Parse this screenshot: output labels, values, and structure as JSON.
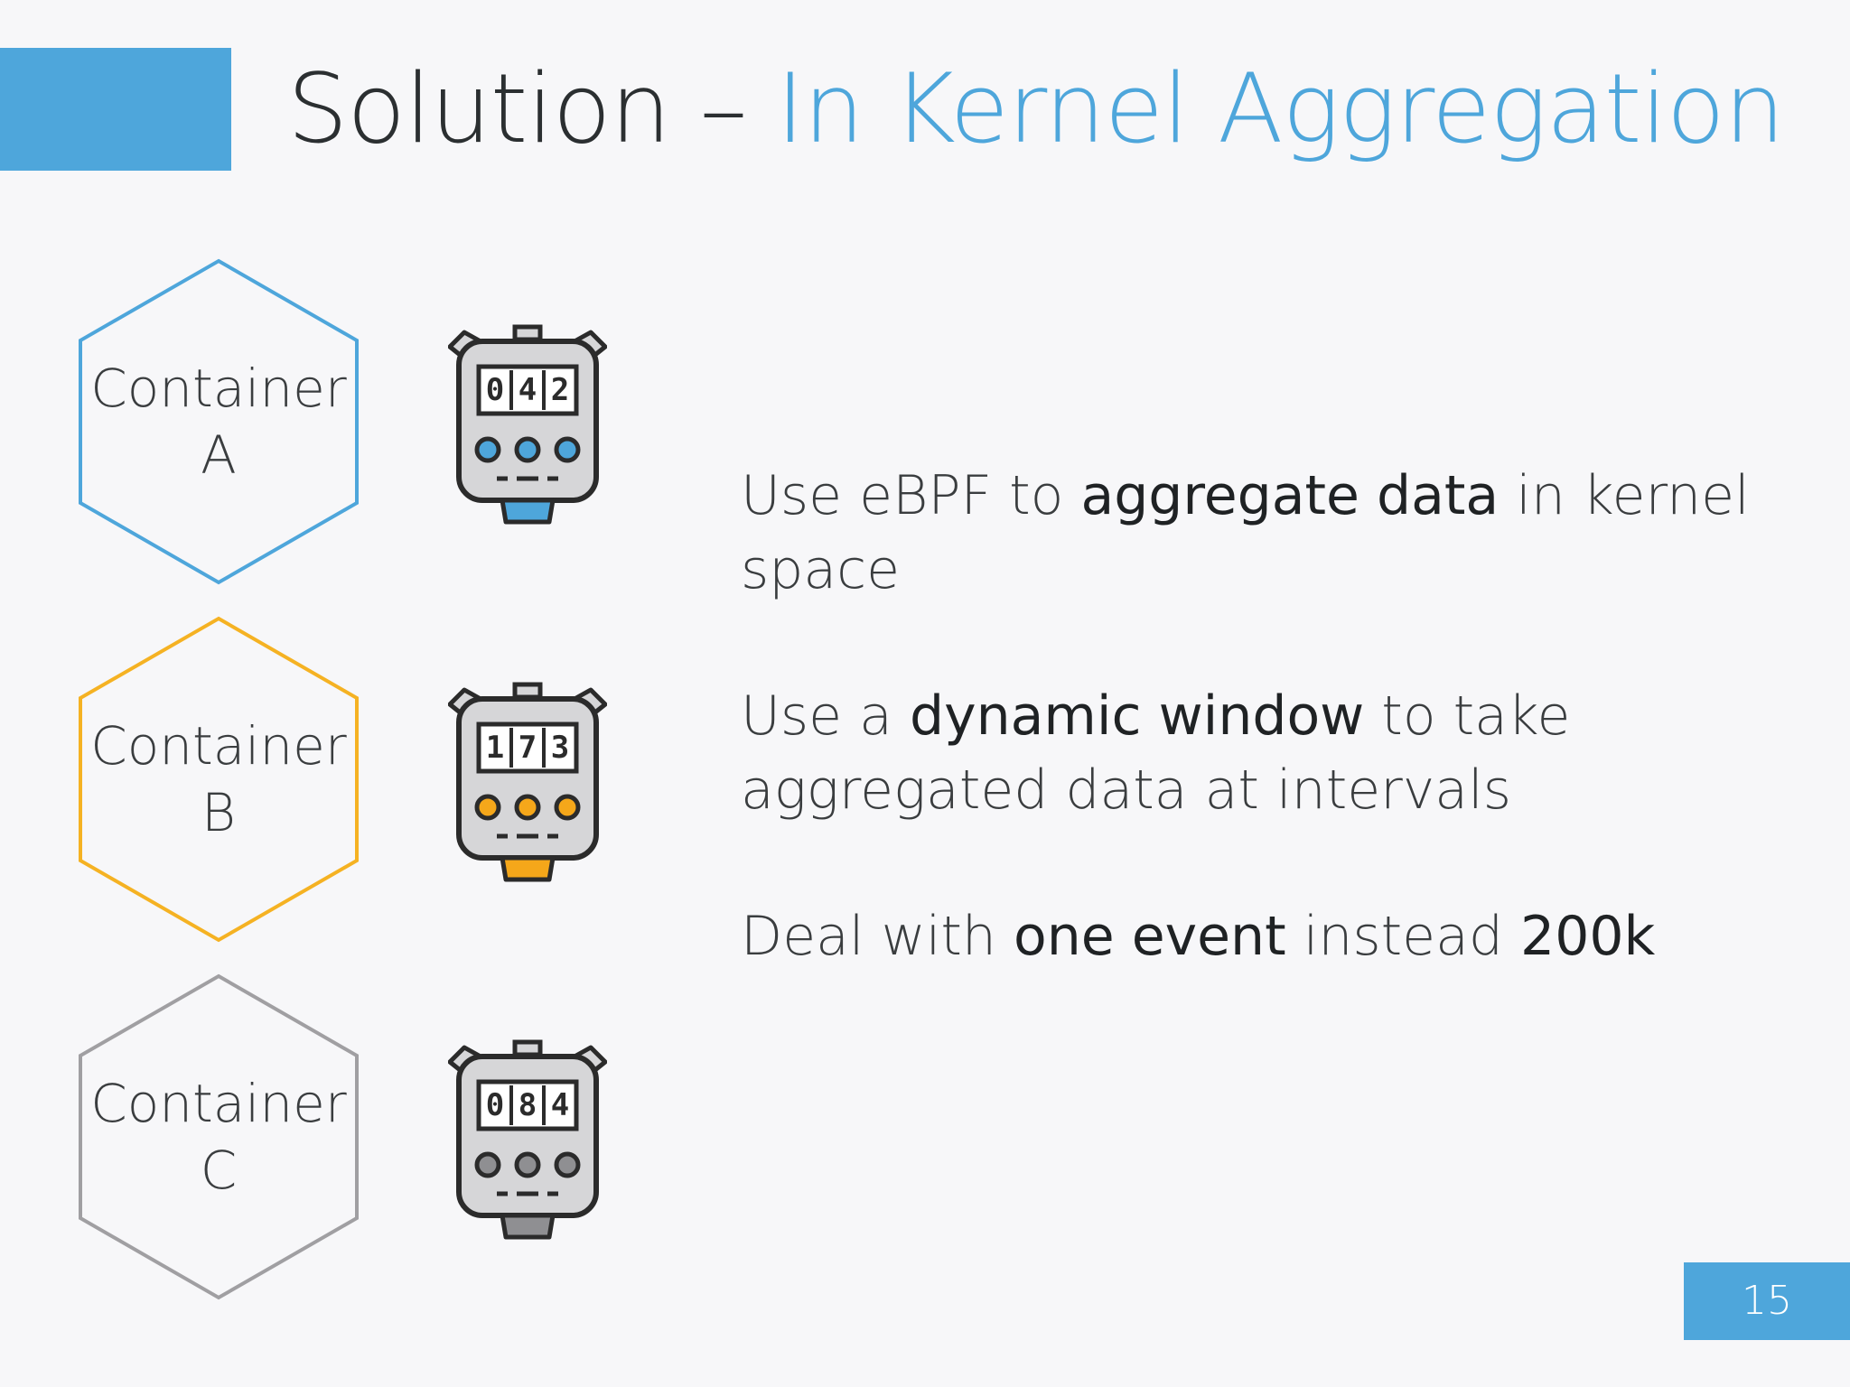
{
  "slide": {
    "title_prefix": "Solution – ",
    "title_accent": "In Kernel Aggregation",
    "page_number": "15"
  },
  "containers": [
    {
      "line1": "Container",
      "line2": "A",
      "color": "#4ea6db",
      "digits": [
        "0",
        "4",
        "2"
      ],
      "button_color": "#4ea6db",
      "base_color": "#4ea6db"
    },
    {
      "line1": "Container",
      "line2": "B",
      "color": "#f5b223",
      "digits": [
        "1",
        "7",
        "3"
      ],
      "button_color": "#f5a71a",
      "base_color": "#f5a71a"
    },
    {
      "line1": "Container",
      "line2": "C",
      "color": "#a09fa2",
      "digits": [
        "0",
        "8",
        "4"
      ],
      "button_color": "#8f8f92",
      "base_color": "#8f8f92"
    }
  ],
  "bullets": [
    {
      "p1": "Use eBPF to ",
      "b1": "aggregate data",
      "p2": " in kernel space",
      "b2": ""
    },
    {
      "p1": "Use a ",
      "b1": "dynamic window",
      "p2": " to take aggregated data at intervals",
      "b2": ""
    },
    {
      "p1": "Deal with ",
      "b1": "one event",
      "p2": " instead ",
      "b2": "200k"
    }
  ],
  "colors": {
    "accent": "#4ea6db",
    "meter_body": "#d6d6d8",
    "outline": "#2b2b2b"
  },
  "icons": [
    "hexagon-outline",
    "meter-icon"
  ]
}
